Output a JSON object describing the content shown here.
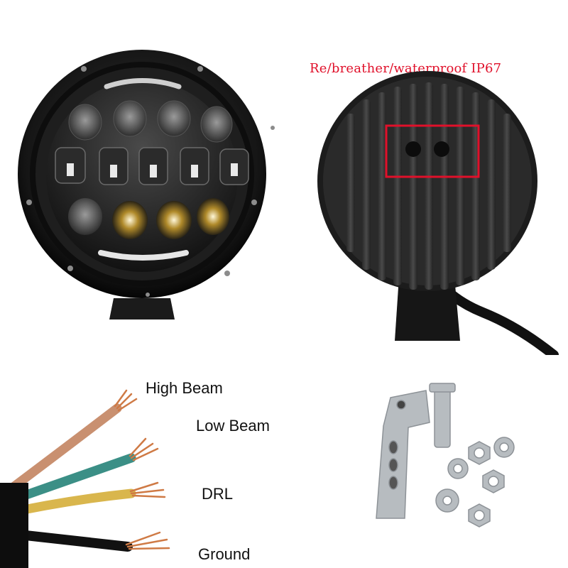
{
  "front_light": {
    "ring_color": "#141414",
    "lens_color": "#2a2a2a",
    "drl_color": "#e6e6e6"
  },
  "back_light": {
    "callout_text": "Re/breather/waterproof IP67",
    "callout_color": "#e0102a",
    "housing_color": "#1c1c1c"
  },
  "wiring": {
    "labels": {
      "high_beam": "High Beam",
      "low_beam": "Low Beam",
      "drl": "DRL",
      "ground": "Ground"
    },
    "wire_colors": [
      "#c99070",
      "#3b8f86",
      "#d9b64d",
      "#111111"
    ],
    "copper_color": "#cf7a45"
  },
  "hardware": {
    "metal_color": "#b7bcc0"
  }
}
